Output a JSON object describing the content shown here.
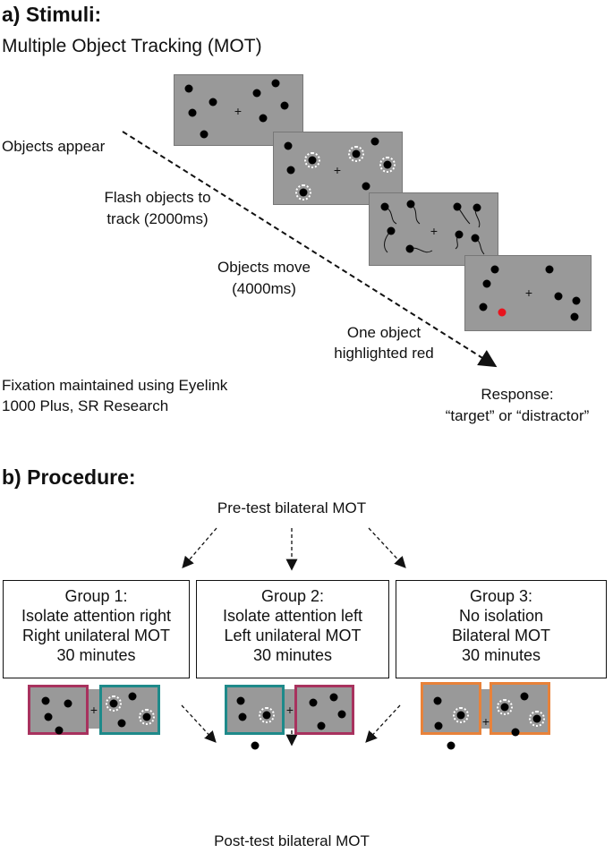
{
  "stimuli": {
    "heading": "a) Stimuli:",
    "subtitle": "Multiple Object Tracking (MOT)",
    "steps": {
      "objects_appear": "Objects appear",
      "flash_1": "Flash objects to",
      "flash_2": "track (2000ms)",
      "move_1": "Objects move",
      "move_2": "(4000ms)",
      "highlight_1": "One object",
      "highlight_2": "highlighted red"
    },
    "fixation_1": "Fixation maintained using Eyelink",
    "fixation_2": "1000 Plus, SR Research",
    "response_1": "Response:",
    "response_2": "“target” or “distractor”"
  },
  "procedure": {
    "heading": "b) Procedure:",
    "pretest": "Pre-test bilateral MOT",
    "posttest": "Post-test bilateral MOT",
    "groups": [
      {
        "title": "Group 1:",
        "line1": "Isolate attention right",
        "line2": "Right unilateral MOT",
        "line3": "30 minutes"
      },
      {
        "title": "Group 2:",
        "line1": "Isolate attention left",
        "line2": "Left unilateral MOT",
        "line3": "30 minutes"
      },
      {
        "title": "Group 3:",
        "line1": "No isolation",
        "line2": "Bilateral MOT",
        "line3": "30 minutes"
      }
    ]
  },
  "colors": {
    "panel_gray": "#999999",
    "magenta_border": "#a8325e",
    "teal_border": "#1e8a8a",
    "orange_border": "#e8823a",
    "highlight_red": "#e8141e"
  }
}
